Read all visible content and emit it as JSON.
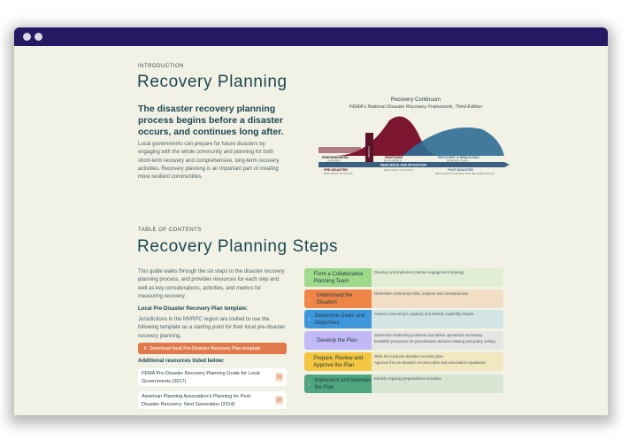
{
  "window": {
    "titlebar_color": "#241a63",
    "background": "#f1f2e5"
  },
  "intro": {
    "eyebrow": "INTRODUCTION",
    "title": "Recovery Planning",
    "lead": "The disaster recovery planning process begins before a disaster occurs, and continues long after.",
    "body": "Local governments can prepare for future disasters by engaging with the whole community and planning for both short-term recovery and comprehensive, long-term recovery activities. Recovery planning is an important part of creating more resilient communities."
  },
  "figure": {
    "title": "Recovery Continuum",
    "subtitle": "FEMA's National Disaster Recovery Framework, Third Edition",
    "labels": {
      "preparedness": "PREPAREDNESS",
      "ongoing": "ONGOING",
      "disaster": "DISASTER",
      "response": "RESPONSE",
      "days_weeks": "DAYS-WEEKS",
      "recovery_rebuilding": "RECOVERY & REBUILDING",
      "months_years": "MONTHS-YEARS",
      "resilience": "RESILIENCE AND MITIGATION",
      "pre_disaster": "PRE-DISASTER",
      "pre_planning": "RECOVERY PLANNING",
      "mid_planning": "RECOVERY PLANNING",
      "post_disaster": "POST-DISASTER",
      "post_planning": "RECOVERY PLANNING AND IMPLEMENTATION"
    }
  },
  "toc": {
    "eyebrow": "TABLE OF CONTENTS",
    "title": "Recovery Planning Steps",
    "intro": "This guide walks through the six steps to the disaster recovery planning process, and provides resources for each step and well as key considerations, activities, and metrics for measuring recovery.",
    "template_heading": "Local Pre-Disaster Recovery Plan template:",
    "template_text": "Jurisdictions in the MVRPC region are invited to use the following template as a starting point for their local pre-disaster recovery planning.",
    "download_label": "Download local Pre-Disaster Recovery Plan template",
    "resources_heading": "Additional resources listed below:",
    "resources": [
      {
        "label": "FEMA Pre-Disaster Recovery Planning Guide for Local Governments (2017)",
        "icon": "pdf-icon"
      },
      {
        "label": "American Planning Association's Planning for Post-Disaster Recovery: Next Generation (2014)",
        "icon": "pdf-icon"
      }
    ],
    "steps": [
      {
        "title": "Form a Collaborative Planning Team",
        "items": [
          "Develop and implement partner engagement strategy"
        ],
        "color": "#9fd98a",
        "bg": "#e1eed5"
      },
      {
        "title": "Understand the Situation",
        "items": [
          "Determine community risks, impacts and consequences"
        ],
        "color": "#ee8547",
        "bg": "#f2dec4"
      },
      {
        "title": "Determine Goals and Objectives",
        "items": [
          "Assess community's capacity and identify capability targets"
        ],
        "color": "#3f97db",
        "bg": "#d3e5e2"
      },
      {
        "title": "Develop the Plan",
        "items": [
          "Determine leadership positions and define operations necessary",
          "Establish processes for post-disaster decision making and policy setting"
        ],
        "color": "#c2b8f6",
        "bg": "#e6e6e4"
      },
      {
        "title": "Prepare, Review and Approve the Plan",
        "items": [
          "Write the local pre-disaster recovery plan",
          "Approve the pre-disaster recovery plan and associated regulations"
        ],
        "color": "#f4c53e",
        "bg": "#f2e8c0"
      },
      {
        "title": "Implement and Maintain the Plan",
        "items": [
          "Identify ongoing preparedness activities"
        ],
        "color": "#4fa57f",
        "bg": "#d6e6d3"
      }
    ]
  }
}
